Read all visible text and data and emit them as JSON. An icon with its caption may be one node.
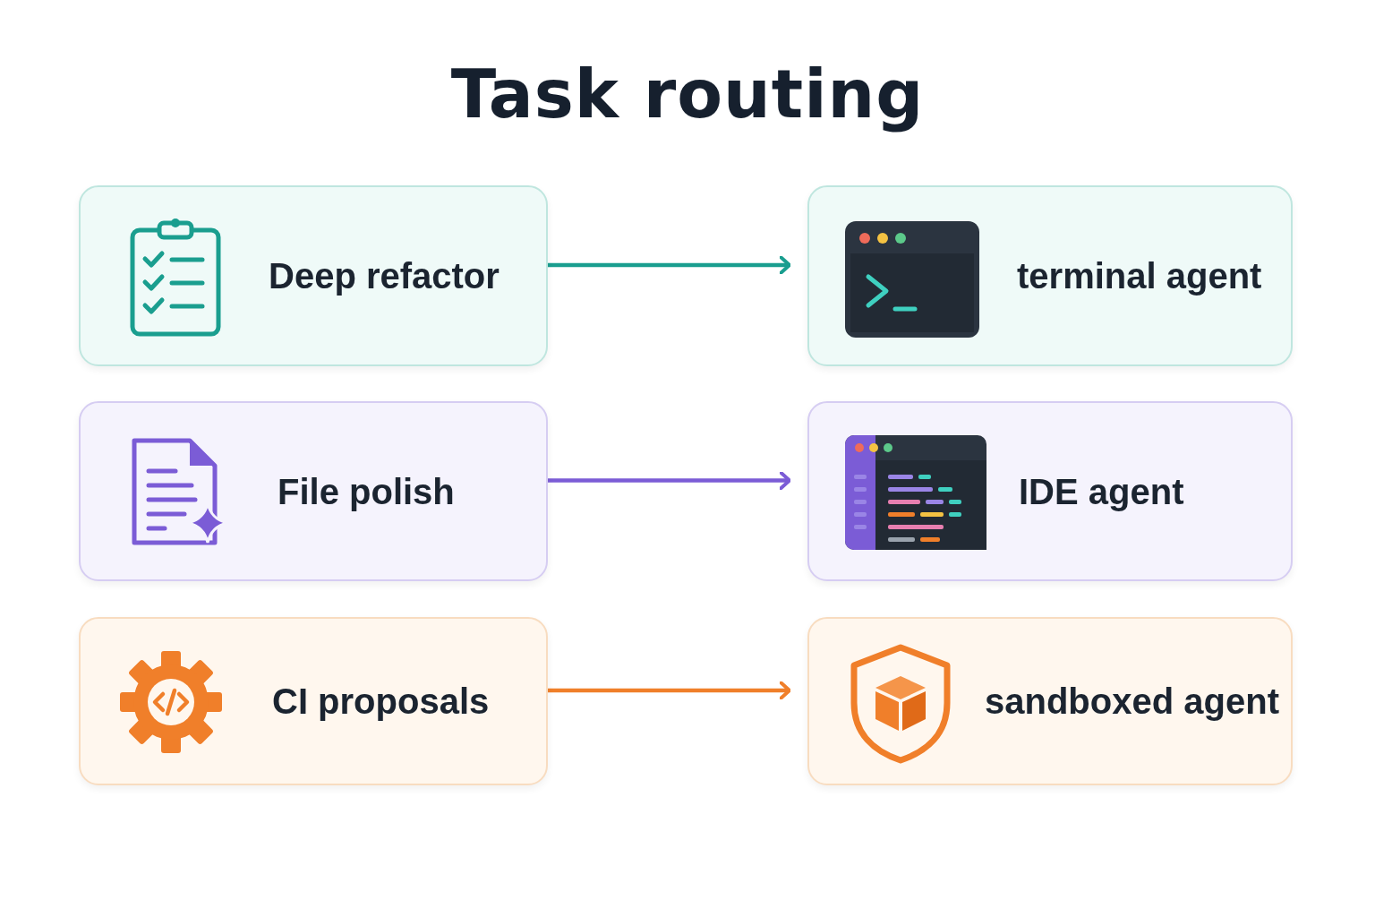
{
  "diagram": {
    "title": "Task routing",
    "nodes": [
      {
        "text": [
          "Deep refactor"
        ]
      },
      {
        "text": [
          "terminal agent"
        ]
      },
      {
        "text": [
          "File polish"
        ]
      },
      {
        "text": [
          "IDE agent"
        ]
      },
      {
        "text": [
          "CI proposals"
        ]
      },
      {
        "text": [
          "sandboxed agent"
        ]
      }
    ],
    "edges": [
      {
        "from": 0,
        "to": 1,
        "arrow": "to",
        "color": "#1a9e8f"
      },
      {
        "from": 2,
        "to": 3,
        "arrow": "to",
        "color": "#7b5cd6"
      },
      {
        "from": 4,
        "to": 5,
        "arrow": "to",
        "color": "#f07f2a"
      }
    ]
  }
}
